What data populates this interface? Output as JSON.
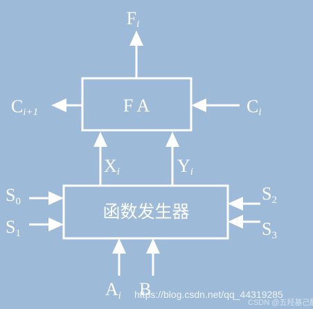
{
  "diagram": {
    "fa_block": {
      "label": "F A"
    },
    "generator_block": {
      "label": "函数发生器"
    },
    "signals": {
      "f_out": {
        "main": "F",
        "sub": "i"
      },
      "c_out": {
        "main": "C",
        "sub": "i+1"
      },
      "c_in": {
        "main": "C",
        "sub": "i"
      },
      "x": {
        "main": "X",
        "sub": "i"
      },
      "y": {
        "main": "Y",
        "sub": "i"
      },
      "s0": {
        "main": "S",
        "sub": "0"
      },
      "s1": {
        "main": "S",
        "sub": "1"
      },
      "s2": {
        "main": "S",
        "sub": "2"
      },
      "s3": {
        "main": "S",
        "sub": "3"
      },
      "a": {
        "main": "A",
        "sub": "i"
      },
      "b": {
        "main": "B",
        "sub": ""
      }
    }
  },
  "watermark": {
    "url_text": "https://blog.csdn.net/qq_44319285",
    "corner_text": "CSDN @五羟基己醛"
  },
  "colors": {
    "background": "#9dbad8",
    "foreground": "#ffffff"
  }
}
